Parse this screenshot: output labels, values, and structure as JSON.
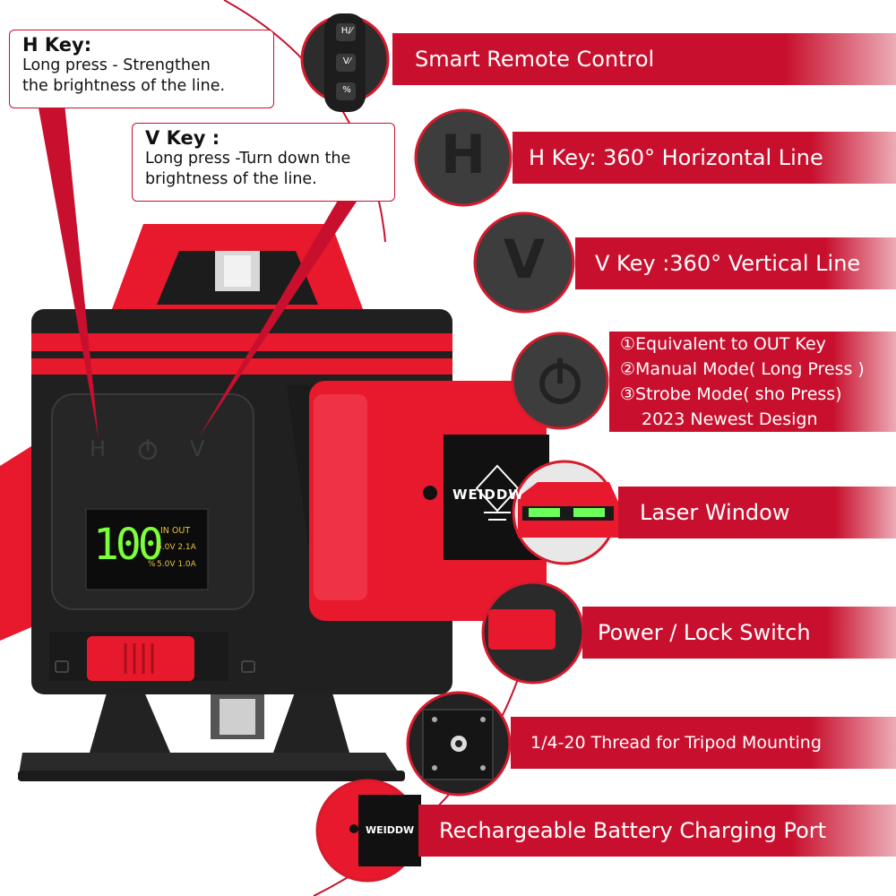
{
  "callouts": {
    "h_key": {
      "title": "H Key:",
      "line1": "Long press - Strengthen",
      "line2": "the brightness of the line."
    },
    "v_key": {
      "title": "V Key :",
      "line1": "Long press -Turn down the",
      "line2": "brightness of the line."
    }
  },
  "device": {
    "panel_labels": {
      "h": "H",
      "v": "V"
    },
    "display": {
      "reading": "100",
      "header": "IN OUT",
      "row1": "5.0V 2.1A",
      "row2": "5.0V 1.0A",
      "percent": "%"
    },
    "brand": "WEIDDW",
    "brand_small": "WEIDDW"
  },
  "remote": {
    "buttons": [
      "H/⁄",
      "V⁄",
      "%"
    ]
  },
  "features": [
    {
      "label": "Smart Remote Control"
    },
    {
      "label": "H Key: 360° Horizontal Line",
      "glyph": "H"
    },
    {
      "label": "V Key :360° Vertical Line",
      "glyph": "V"
    },
    {
      "lines": [
        "①Equivalent to OUT Key",
        "②Manual Mode( Long Press )",
        "③Strobe Mode( sho Press)",
        "   2023 Newest Design"
      ]
    },
    {
      "label": "Laser Window"
    },
    {
      "label": "Power / Lock Switch"
    },
    {
      "label": "1/4-20 Thread for Tripod Mounting"
    },
    {
      "label": "Rechargeable Battery Charging Port"
    }
  ],
  "colors": {
    "accent": "#c8102e",
    "body": "#1e1e1e",
    "red_part": "#e8192c",
    "display_green": "#7cff3a"
  }
}
